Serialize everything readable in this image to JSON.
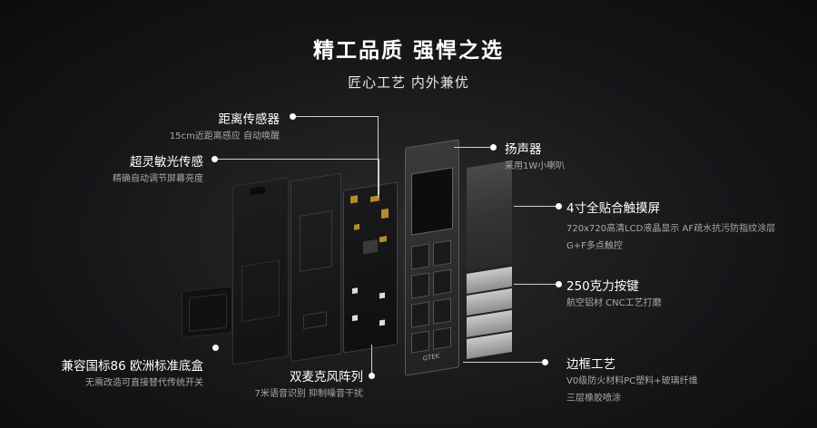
{
  "header": {
    "title": "精工品质  强悍之选",
    "subtitle": "匠心工艺  内外兼优"
  },
  "labels": {
    "distance_sensor": {
      "title": "距离传感器",
      "desc": "15cm近距离感应  自动唤醒"
    },
    "light_sensor": {
      "title": "超灵敏光传感",
      "desc": "精确自动调节屏幕亮度"
    },
    "backbox": {
      "title": "兼容国标86 欧洲标准底盒",
      "desc": "无需改造可直接替代传统开关"
    },
    "mic_array": {
      "title": "双麦克风阵列",
      "desc": "7米语音识别  抑制噪音干扰"
    },
    "speaker": {
      "title": "扬声器",
      "desc": "采用1W小喇叭"
    },
    "touchscreen": {
      "title": "4寸全贴合触摸屏",
      "desc_lines": [
        "720x720高清LCD液晶显示  AF疏水抗污防指纹涂层",
        "G+F多点触控"
      ]
    },
    "buttons": {
      "title": "250克力按键",
      "desc": "航空铝材 CNC工艺打磨"
    },
    "frame": {
      "title": "边框工艺",
      "desc_lines": [
        "V0级防火材料PC塑料+玻璃纤维",
        "三层橡胶喷涂"
      ]
    }
  },
  "device": {
    "brand": "GTEK"
  }
}
